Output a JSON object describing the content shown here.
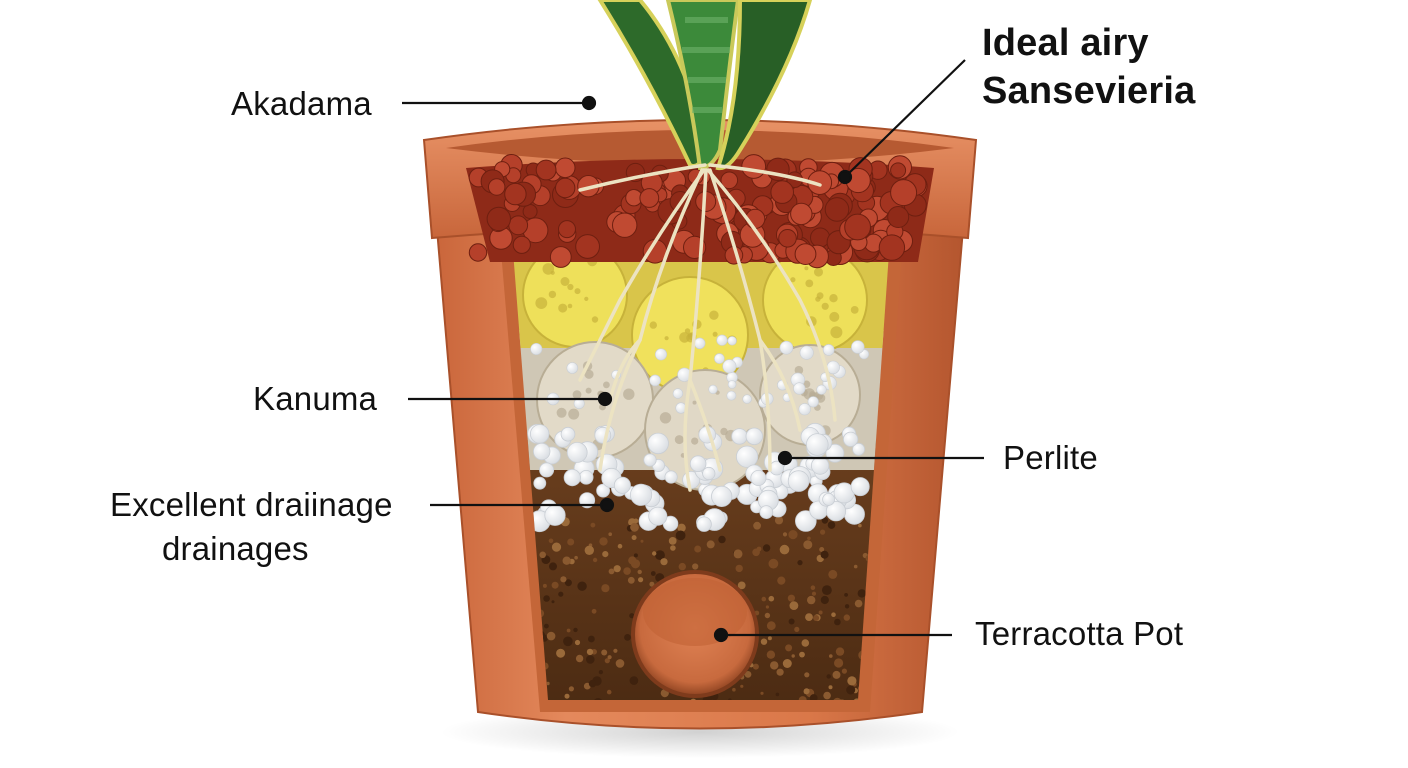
{
  "diagram": {
    "title_line1": "Ideal airy",
    "title_line2": "Sansevieria",
    "labels": {
      "akadama": "Akadama",
      "kanuma": "Kanuma",
      "drainage_line1": "Excellent draiinage",
      "drainage_line2": "drainages",
      "perlite": "Perlite",
      "pot": "Terracotta Pot"
    },
    "colors": {
      "terracotta": "#d9764a",
      "terracotta_dark": "#b85a31",
      "akadama": "#a8321f",
      "pumice": "#ede15a",
      "kanuma": "#ddd6c6",
      "perlite": "#ffffff",
      "soil": "#5a3418",
      "leaf": "#2f6b2b",
      "root": "#e8e0c4"
    }
  }
}
